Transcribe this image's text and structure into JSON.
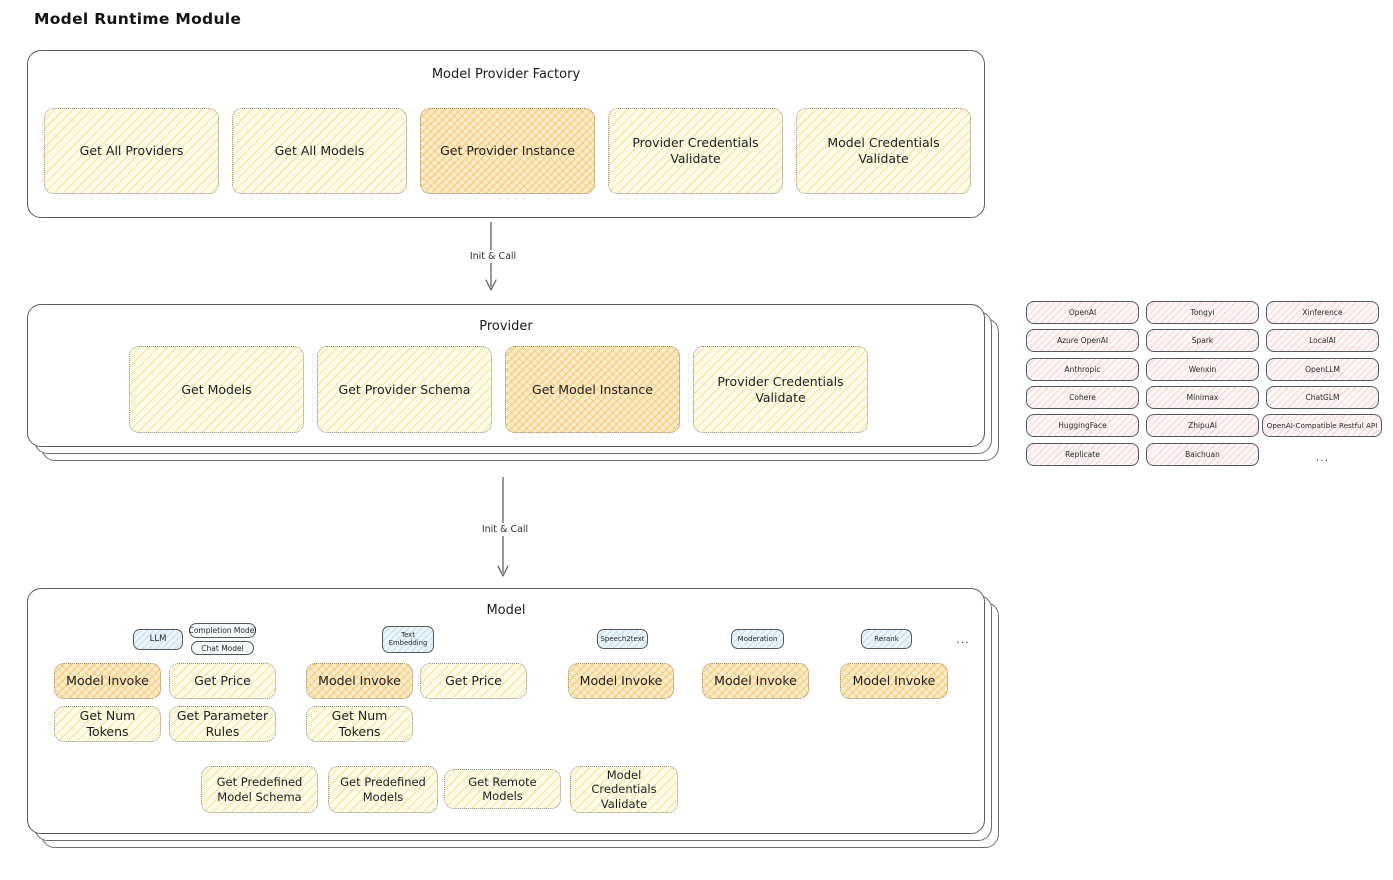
{
  "title": "Model Runtime Module",
  "factory": {
    "title": "Model Provider Factory",
    "boxes": [
      {
        "label": "Get All Providers",
        "highlight": false
      },
      {
        "label": "Get All Models",
        "highlight": false
      },
      {
        "label": "Get Provider Instance",
        "highlight": true
      },
      {
        "label": "Provider Credentials Validate",
        "highlight": false
      },
      {
        "label": "Model Credentials Validate",
        "highlight": false
      }
    ]
  },
  "arrow1": {
    "label": "Init & Call"
  },
  "arrow2": {
    "label": "Init & Call"
  },
  "provider": {
    "title": "Provider",
    "boxes": [
      {
        "label": "Get Models",
        "highlight": false
      },
      {
        "label": "Get Provider Schema",
        "highlight": false
      },
      {
        "label": "Get Model Instance",
        "highlight": true
      },
      {
        "label": "Provider Credentials Validate",
        "highlight": false
      }
    ]
  },
  "providers_grid": {
    "col1": [
      "OpenAI",
      "Azure OpenAI",
      "Anthropic",
      "Cohere",
      "HuggingFace",
      "Replicate"
    ],
    "col2": [
      "Tongyi",
      "Spark",
      "Wenxin",
      "Minimax",
      "ZhipuAI",
      "Baichuan"
    ],
    "col3": [
      "Xinference",
      "LocalAI",
      "OpenLLM",
      "ChatGLM",
      "OpenAI-Compatible Restful API"
    ],
    "more": "..."
  },
  "model": {
    "title": "Model",
    "tabs": {
      "llm": "LLM",
      "completion": "Completion Model",
      "chat": "Chat Model",
      "text_embedding": "Text Embedding",
      "speech2text": "Speech2text",
      "moderation": "Moderation",
      "rerank": "Rerank",
      "more": "..."
    },
    "llm_boxes": {
      "invoke": "Model Invoke",
      "price": "Get Price",
      "tokens": "Get Num Tokens",
      "rules": "Get Parameter Rules"
    },
    "embedding_boxes": {
      "invoke": "Model Invoke",
      "price": "Get Price",
      "tokens": "Get Num Tokens"
    },
    "speech2text_boxes": {
      "invoke": "Model Invoke"
    },
    "moderation_boxes": {
      "invoke": "Model Invoke"
    },
    "rerank_boxes": {
      "invoke": "Model Invoke"
    },
    "bottom_boxes": [
      {
        "label": "Get Predefined Model Schema"
      },
      {
        "label": "Get Predefined Models"
      },
      {
        "label": "Get Remote Models"
      },
      {
        "label": "Model Credentials Validate"
      }
    ]
  },
  "colors": {
    "yellow_fill": "#fffbe9",
    "yellow_hatch": "#f4d67a",
    "orange_fill": "#fcefcf",
    "orange_hatch": "#f6bd60",
    "pink_fill": "#fef7f7",
    "pink_hatch": "#f8b2b2",
    "blue_fill": "#ecf5fb",
    "blue_hatch": "#93c1e3",
    "frame_border": "#595c61",
    "dotted_border": "#8f8c82",
    "arrow": "#5f6368"
  }
}
